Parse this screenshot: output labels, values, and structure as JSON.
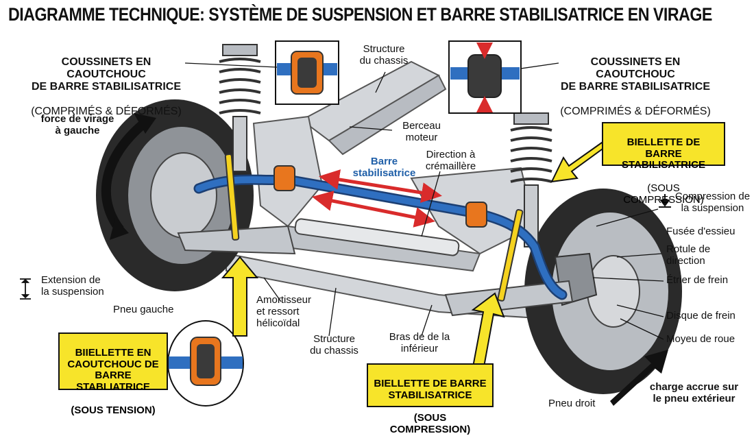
{
  "title": "DIAGRAMME TECHNIQUE: SYSTÈME DE SUSPENSION ET BARRE STABILISATRICE EN VIRAGE",
  "labels": {
    "bushing_left_title": "COUSSINETS EN CAOUTCHOUC\nDE BARRE STABILISATRICE",
    "bushing_left_sub": "(COMPRIMÉS & DÉFORMÉS)",
    "bushing_right_title": "COUSSINETS EN CAOUTCHOUC\nDE BARRE STABILISATRICE",
    "bushing_right_sub": "(COMPRIMÉS & DÉFORMÉS)",
    "structure_chassis_top": "Structure\ndu chassis",
    "berceau_moteur": "Berceau\nmoteur",
    "direction_cremaillere": "Direction à\ncrémaillère",
    "barre_stabilisatrice": "Barre\nstabilisatrice",
    "force_virage": "force de virage\nà gauche",
    "compression_suspension": "Compression de\nla suspension",
    "fusee_essieu": "Fusée d'essieu",
    "rotule_direction": "Rotule de\ndirection",
    "etrier_frein": "Étrier de frein",
    "disque_frein": "Disque de frein",
    "moyeu_roue": "Moyeu de roue",
    "extension_suspension": "Extension de\nla suspension",
    "pneu_gauche": "Pneu gauche",
    "amortisseur": "Amortisseur\net ressort\nhélicoïdal",
    "structure_chassis_bottom": "Structure\ndu chassis",
    "bras_inferieur": "Bras de de la\ninférieur",
    "pneu_droit": "Pneu droit",
    "charge_accrue": "charge accrue sur\nle pneu extérieur"
  },
  "callouts": {
    "biellette_top_right": "BIELLETTE DE BARRE\nSTABILISATRICE",
    "biellette_top_right_sub": "(SOUS COMPRESSION)",
    "biellette_bottom_left": "BIIELLETTE EN\nCAOUTCHOUC DE\nBARRE STABLIATRICE",
    "biellette_bottom_left_sub": "(SOUS TENSION)",
    "biellette_bottom_center": "BIELLETTE DE BARRE\nSTABILISATRICE",
    "biellette_bottom_center_sub": "(SOUS COMPRESSION)"
  },
  "colors": {
    "callout_yellow": "#f7e42a",
    "stabilizer_blue": "#2f6fc0",
    "bushing_orange": "#e8761e",
    "force_red": "#d92b2b",
    "frame_grey": "#c9ccd0",
    "tire_dark": "#2a2a2a"
  }
}
